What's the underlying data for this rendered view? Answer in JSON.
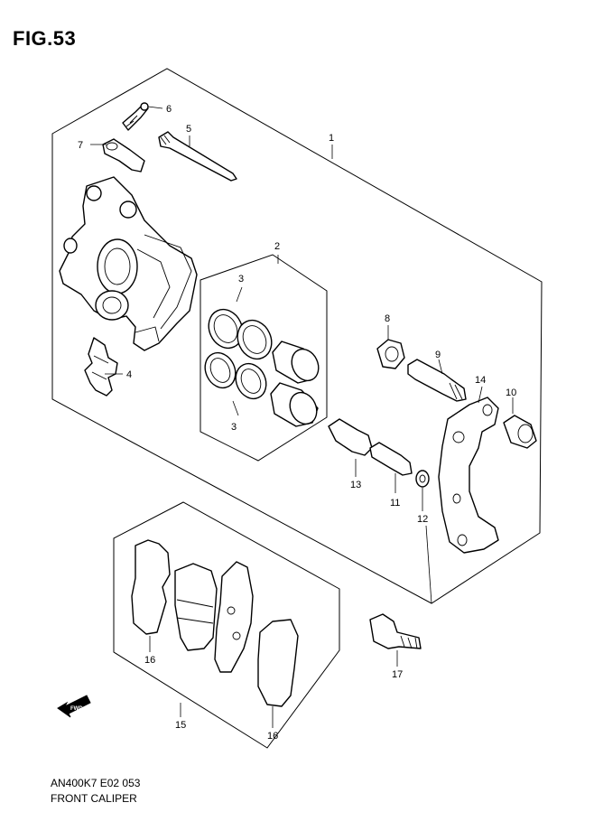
{
  "figure": {
    "title": "FIG.53"
  },
  "footer": {
    "code": "AN400K7 E02  053",
    "caption": "FRONT CALIPER"
  },
  "fwd_arrow": {
    "label": "FWD"
  },
  "callouts": [
    "1",
    "2",
    "3",
    "3",
    "4",
    "5",
    "6",
    "7",
    "8",
    "9",
    "10",
    "11",
    "12",
    "13",
    "14",
    "15",
    "16",
    "16",
    "17"
  ]
}
